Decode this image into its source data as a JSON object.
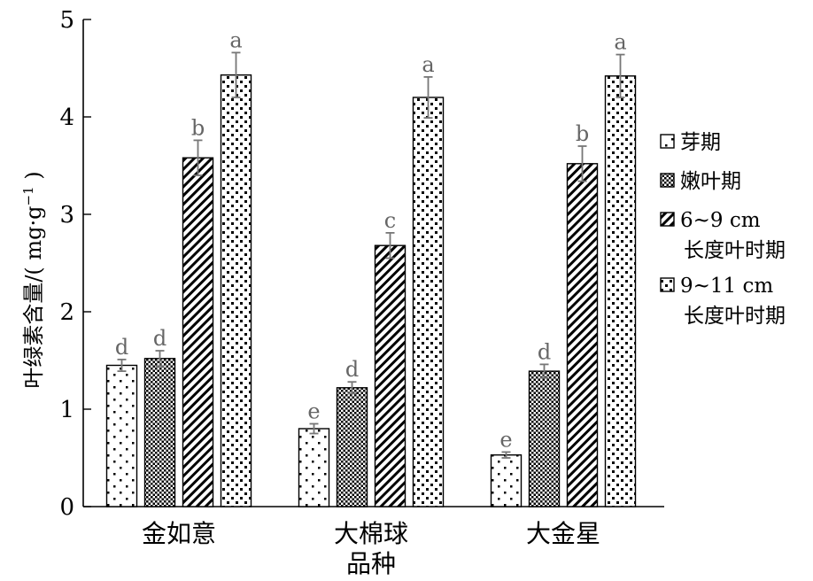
{
  "chart_data": {
    "type": "bar",
    "ylabel_main": "叶绿素含量/",
    "ylabel_unit_open": "( mg·g",
    "ylabel_unit_sup": "−1",
    "ylabel_unit_close": " )",
    "xlabel": "品种",
    "ylim": [
      0,
      5
    ],
    "yticks": [
      "0",
      "1",
      "2",
      "3",
      "4",
      "5"
    ],
    "categories": [
      "金如意",
      "大棉球",
      "大金星"
    ],
    "series": [
      {
        "name": "芽期",
        "pattern": "dots-sparse",
        "values": [
          1.45,
          0.8,
          0.53
        ],
        "errors": [
          0.06,
          0.05,
          0.03
        ],
        "labels": [
          "d",
          "e",
          "e"
        ]
      },
      {
        "name": "嫩叶期",
        "pattern": "checker",
        "values": [
          1.52,
          1.22,
          1.39
        ],
        "errors": [
          0.08,
          0.06,
          0.07
        ],
        "labels": [
          "d",
          "d",
          "d"
        ]
      },
      {
        "name_line1": "6~9 cm",
        "name_line2": "长度叶时期",
        "pattern": "diagonal",
        "values": [
          3.58,
          2.68,
          3.52
        ],
        "errors": [
          0.18,
          0.13,
          0.18
        ],
        "labels": [
          "b",
          "c",
          "b"
        ]
      },
      {
        "name_line1": "9~11 cm",
        "name_line2": "长度叶时期",
        "pattern": "dots-dense",
        "values": [
          4.43,
          4.2,
          4.42
        ],
        "errors": [
          0.23,
          0.21,
          0.22
        ],
        "labels": [
          "a",
          "a",
          "a"
        ]
      }
    ],
    "legend_position": "right",
    "grid": false,
    "error_bar_color": "#777777",
    "label_color": "#666666"
  }
}
